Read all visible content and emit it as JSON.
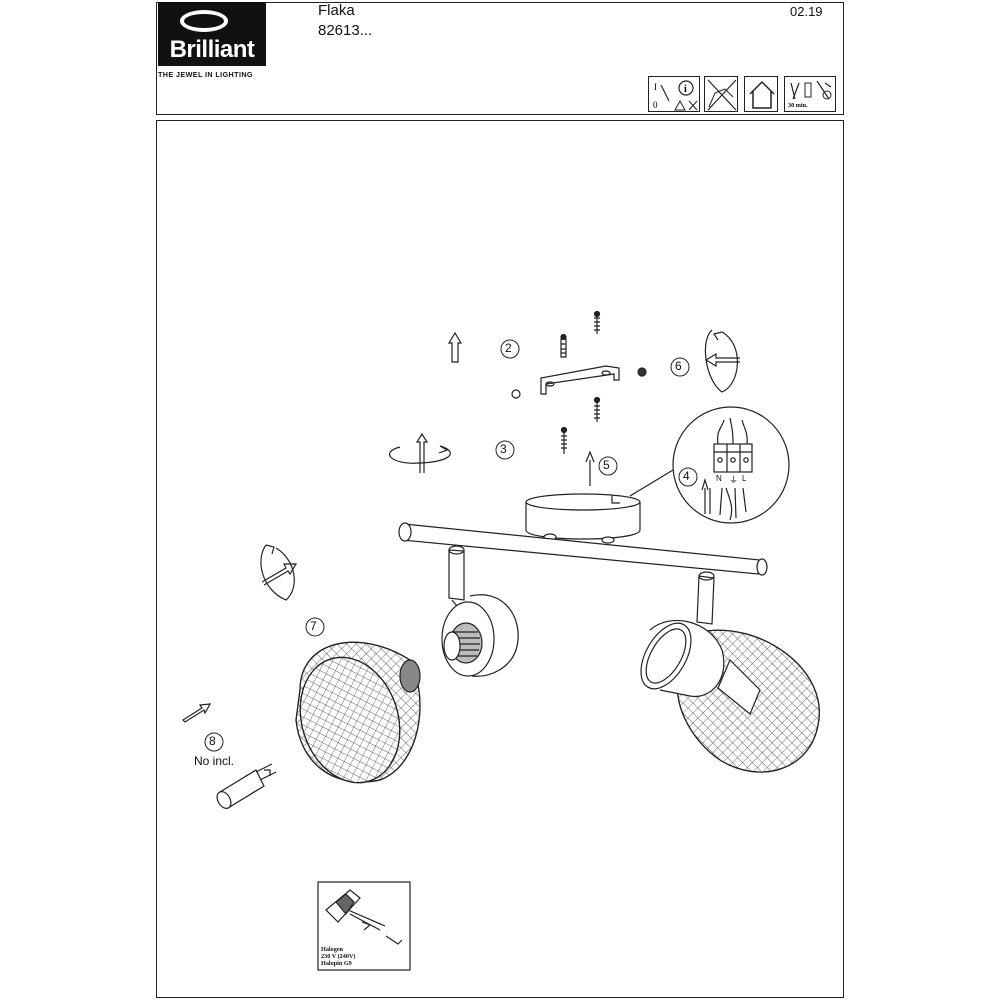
{
  "header": {
    "brand": "Brilliant",
    "tagline": "THE JEWEL IN LIGHTING",
    "product_name": "Flaka",
    "article_number": "82613...",
    "date": "02.19"
  },
  "pictograms": {
    "icons": [
      "power-switch-warning-icon",
      "no-wet-location-icon",
      "indoor-house-icon",
      "tools-icon"
    ],
    "min_label": "30 min."
  },
  "steps": {
    "s2": "2",
    "s3": "3",
    "s4": "4",
    "s5": "5",
    "s6": "6",
    "s7": "7",
    "s8": "8"
  },
  "bulb": {
    "not_included": "No incl."
  },
  "wiring": {
    "n": "N",
    "earth": "⏚",
    "l": "L"
  },
  "inset": {
    "line1": "Halogen",
    "line2": "230 V (240V)",
    "line3": "Halopin G9"
  },
  "colors": {
    "line": "#222222",
    "paper": "#ffffff"
  }
}
